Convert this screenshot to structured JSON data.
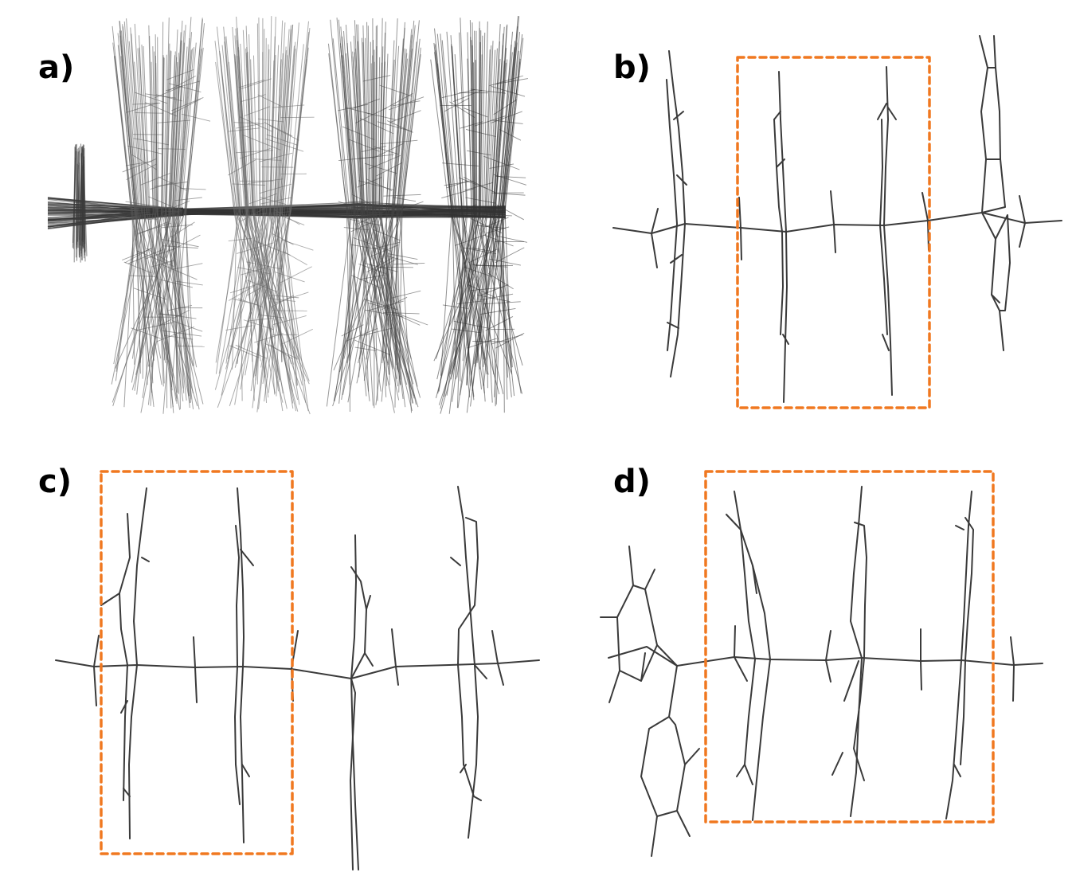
{
  "panels": [
    {
      "id": "a",
      "label": "a)",
      "highlight_box": false
    },
    {
      "id": "b",
      "label": "b)",
      "highlight_box": true
    },
    {
      "id": "c",
      "label": "c)",
      "highlight_box": true
    },
    {
      "id": "d",
      "label": "d)",
      "highlight_box": true
    }
  ],
  "colors": {
    "bond": "#3a3a3a",
    "bond_light": "#6e6e6e",
    "highlight_box": "#f07820",
    "background": "#ffffff"
  }
}
